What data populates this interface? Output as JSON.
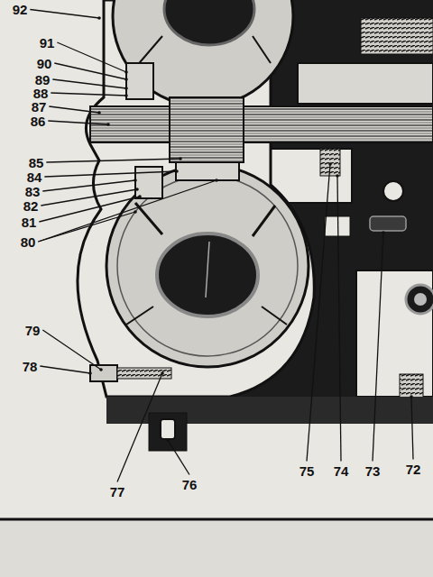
{
  "diagram": {
    "labels": [
      "92",
      "91",
      "90",
      "89",
      "88",
      "87",
      "86",
      "85",
      "84",
      "83",
      "82",
      "81",
      "80",
      "79",
      "78",
      "77",
      "76",
      "75",
      "74",
      "73",
      "72"
    ]
  }
}
